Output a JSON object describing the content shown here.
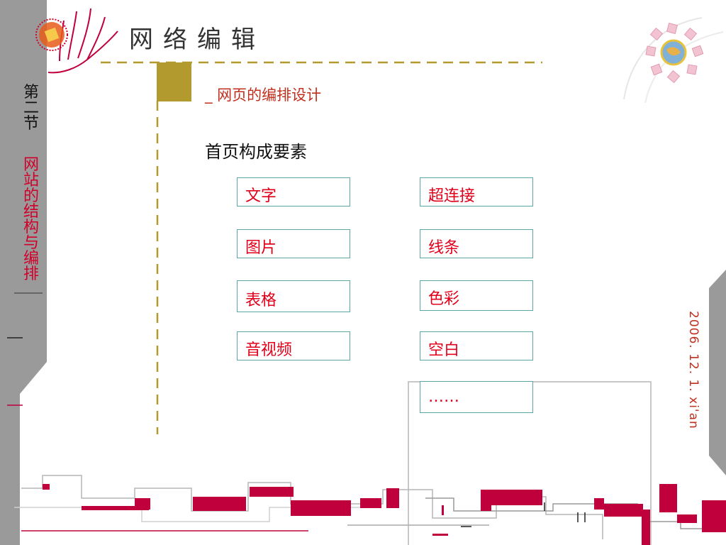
{
  "header": {
    "title": "网络编辑"
  },
  "sidebar": {
    "section_number": "第二节",
    "section_title": "网站的结构与编排"
  },
  "main": {
    "subtitle": "_ 网页的编排设计",
    "section_title": "首页构成要素",
    "elements_left": [
      "文字",
      "图片",
      "表格",
      "音视频"
    ],
    "elements_right": [
      "超连接",
      "线条",
      "色彩",
      "空白",
      "……"
    ]
  },
  "footer": {
    "date": "2006. 12. 1. xi'an"
  },
  "colors": {
    "accent_red": "#c0003c",
    "accent_gold": "#b39a2e",
    "text_red": "#e0001a",
    "box_border": "#5aa6a6",
    "strip_gray": "#999999"
  }
}
